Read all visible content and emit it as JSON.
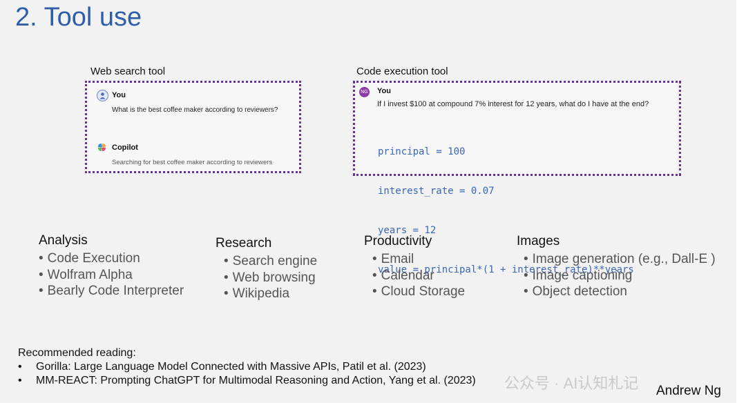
{
  "slide": {
    "title": "2. Tool use",
    "author": "Andrew Ng"
  },
  "web_search": {
    "label": "Web search tool",
    "user_name": "You",
    "user_message": "What is the best coffee maker according to reviewers?",
    "assistant_name": "Copilot",
    "assistant_status": "Searching for best coffee maker according to reviewers"
  },
  "code_exec": {
    "label": "Code execution tool",
    "avatar_initials": "NG",
    "user_name": "You",
    "user_message": "If I invest $100 at compound 7% interest for 12 years, what do I have at the end?",
    "code_lines": [
      "principal = 100",
      "interest_rate = 0.07",
      "years = 12",
      "value = principal*(1 + interest_rate)**years"
    ]
  },
  "categories": [
    {
      "heading": "Analysis",
      "items": [
        "Code Execution",
        "Wolfram Alpha",
        "Bearly Code Interpreter"
      ]
    },
    {
      "heading": "Research",
      "items": [
        "Search engine",
        "Web browsing",
        "Wikipedia"
      ]
    },
    {
      "heading": "Productivity",
      "items": [
        "Email",
        "Calendar",
        "Cloud Storage"
      ]
    },
    {
      "heading": "Images",
      "items": [
        "Image generation (e.g., Dall-E )",
        "Image captioning",
        "Object detection"
      ]
    }
  ],
  "reading": {
    "heading": "Recommended reading:",
    "bullet": "•",
    "refs": [
      "Gorilla: Large Language Model Connected with Massive APIs, Patil et al. (2023)",
      "MM-REACT: Prompting ChatGPT for Multimodal Reasoning and Action, Yang et al. (2023)"
    ]
  },
  "watermark": "公众号 · AI认知札记",
  "colors": {
    "title": "#2f5ea8",
    "panel_border": "#6a2fa0",
    "code": "#3a66b8",
    "user_avatar": "#6b86c9",
    "ng_avatar": "#8b3aa8"
  },
  "icons": {
    "user_avatar": "person-icon",
    "copilot_logo": "copilot-icon"
  }
}
